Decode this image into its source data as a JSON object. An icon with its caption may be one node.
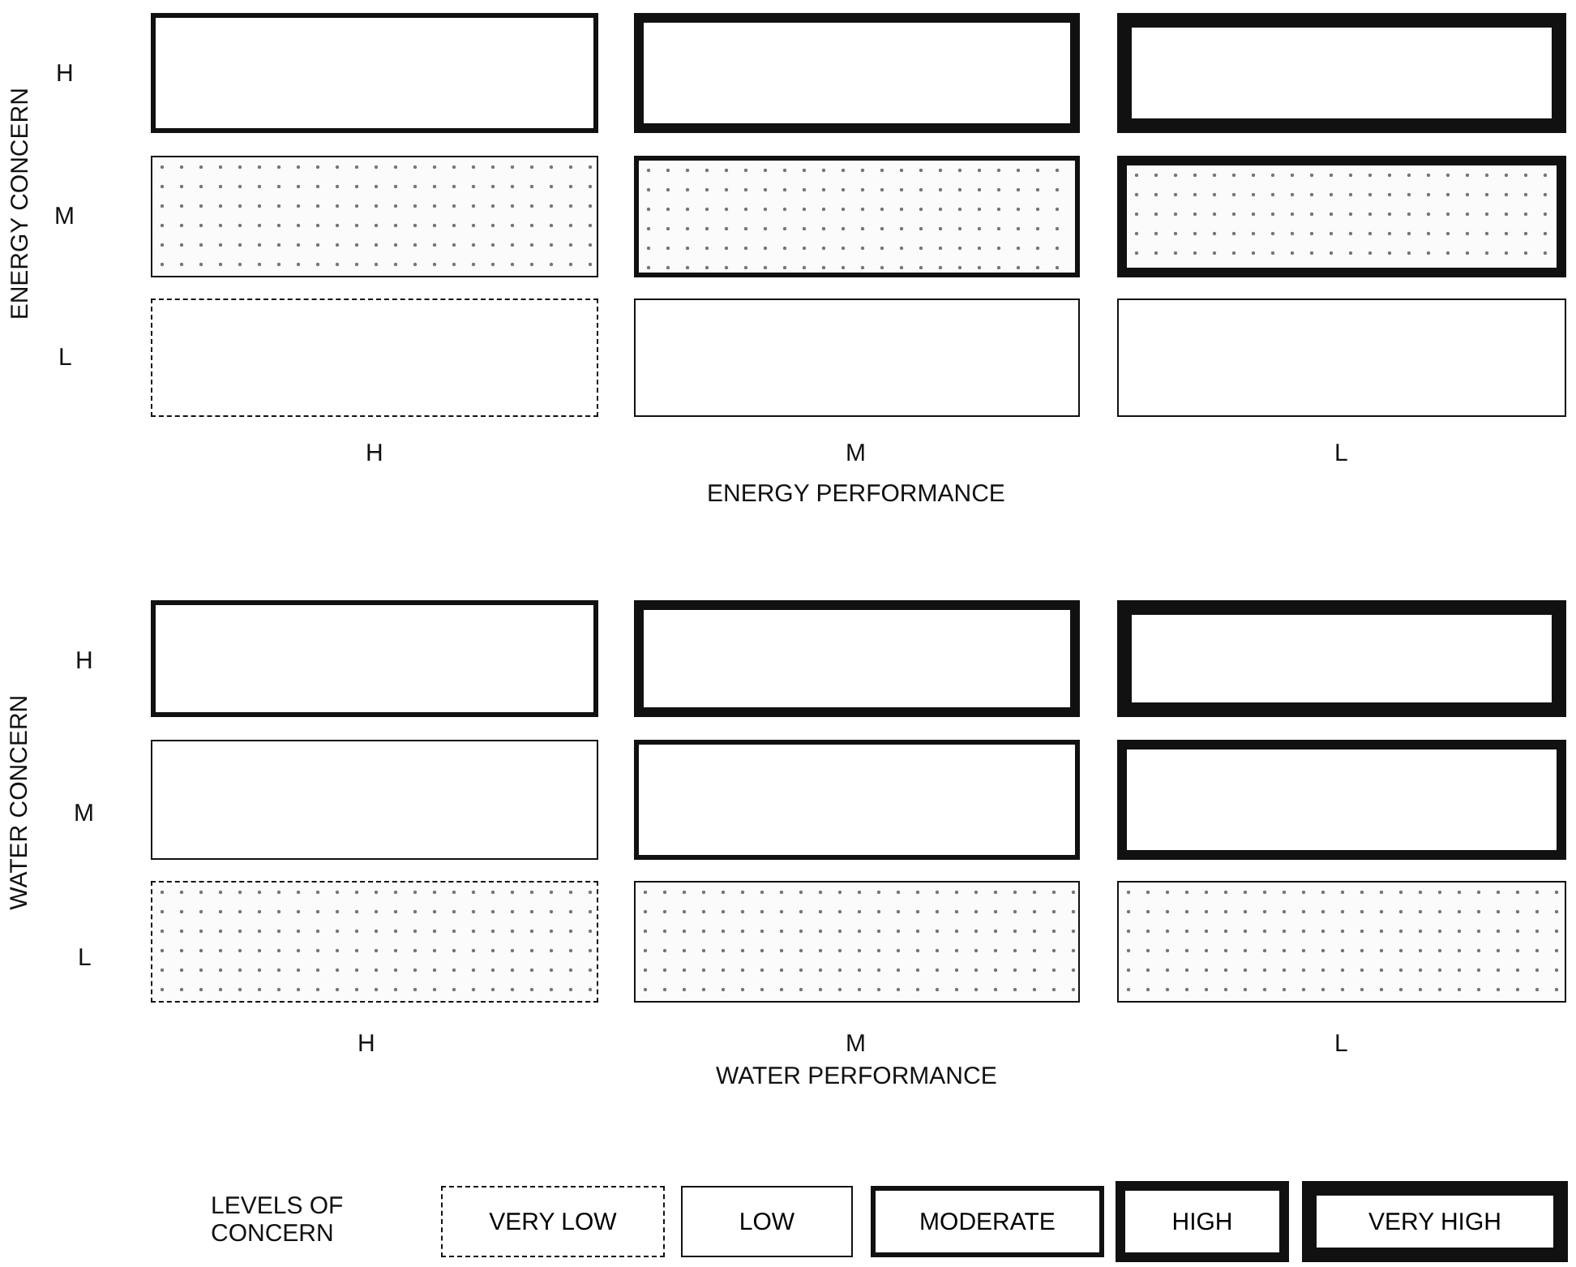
{
  "diagram": {
    "nodes": [
      {
        "text": [],
        "shape": "box"
      },
      {
        "text": [],
        "shape": "box"
      },
      {
        "text": [],
        "shape": "box"
      },
      {
        "text": [],
        "shape": "box"
      },
      {
        "text": [],
        "shape": "box"
      },
      {
        "text": [],
        "shape": "box"
      },
      {
        "text": [],
        "shape": "box"
      },
      {
        "text": [],
        "shape": "box"
      },
      {
        "text": [],
        "shape": "box"
      },
      {
        "text": [],
        "shape": "box"
      },
      {
        "text": [],
        "shape": "box"
      },
      {
        "text": [],
        "shape": "box"
      },
      {
        "text": [],
        "shape": "box"
      },
      {
        "text": [],
        "shape": "box"
      },
      {
        "text": [],
        "shape": "box"
      },
      {
        "text": [],
        "shape": "box"
      },
      {
        "text": [],
        "shape": "box"
      },
      {
        "text": [],
        "shape": "box"
      }
    ],
    "labels": [
      "ENERGY CONCERN",
      "H",
      "M",
      "L",
      "H",
      "M",
      "L",
      "ENERGY PERFORMANCE",
      "WATER CONCERN",
      "H",
      "M",
      "L",
      "H",
      "M",
      "L",
      "WATER PERFORMANCE",
      "LEVELS OF CONCERN"
    ],
    "legend": [
      {
        "text": "VERY LOW"
      },
      {
        "text": "LOW"
      },
      {
        "text": "MODERATE"
      },
      {
        "text": "HIGH"
      },
      {
        "text": "VERY HIGH"
      }
    ]
  }
}
